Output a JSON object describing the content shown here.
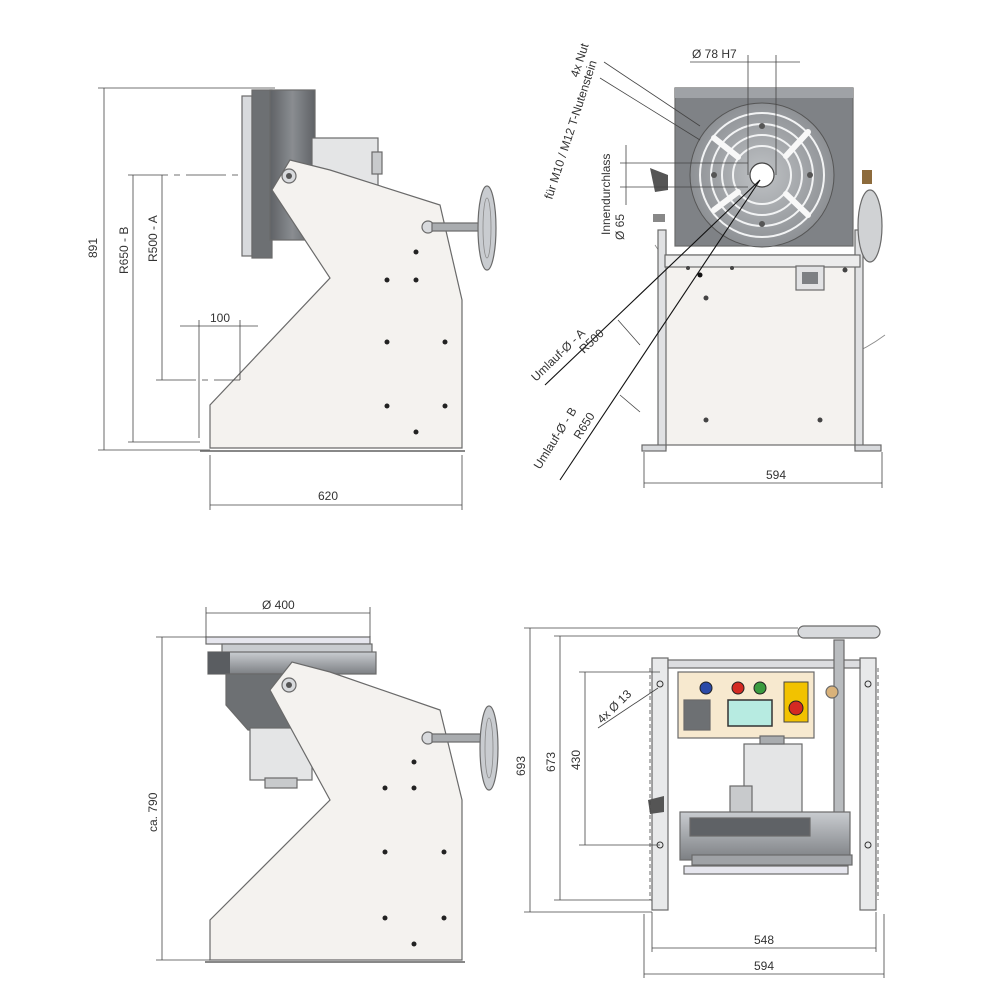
{
  "colors": {
    "body_fill": "#f4f2ef",
    "dark_grey": "#6d7073",
    "mid_grey": "#9b9ea1",
    "light_grey": "#d6d8da",
    "red": "#d42a22",
    "green": "#3a9b3f",
    "blue": "#2b4aa8",
    "yellow": "#f2c200",
    "screen": "#b7ebe1",
    "line": "#444444"
  },
  "views": {
    "side_top": {
      "dim_height": "891",
      "dim_r650": "R650 - B",
      "dim_r500": "R500 - A",
      "dim_offset": "100",
      "dim_width": "620"
    },
    "front_top": {
      "dim_bore": "Ø 78 H7",
      "label_slots_1": "4x Nut",
      "label_slots_2": "für M10 / M12 T-Nutenstein",
      "label_inner_1": "Innendurchlass",
      "label_inner_2": "Ø 65",
      "label_a_1": "Umlauf-Ø - A",
      "label_a_2": "R500",
      "label_b_1": "Umlauf-Ø - B",
      "label_b_2": "R650",
      "dim_width": "594"
    },
    "side_bottom": {
      "dim_table": "Ø 400",
      "dim_height": "ca. 790"
    },
    "top_bottom": {
      "dim_holes": "4x Ø 13",
      "dim_693": "693",
      "dim_673": "673",
      "dim_430": "430",
      "dim_548": "548",
      "dim_594": "594"
    }
  }
}
